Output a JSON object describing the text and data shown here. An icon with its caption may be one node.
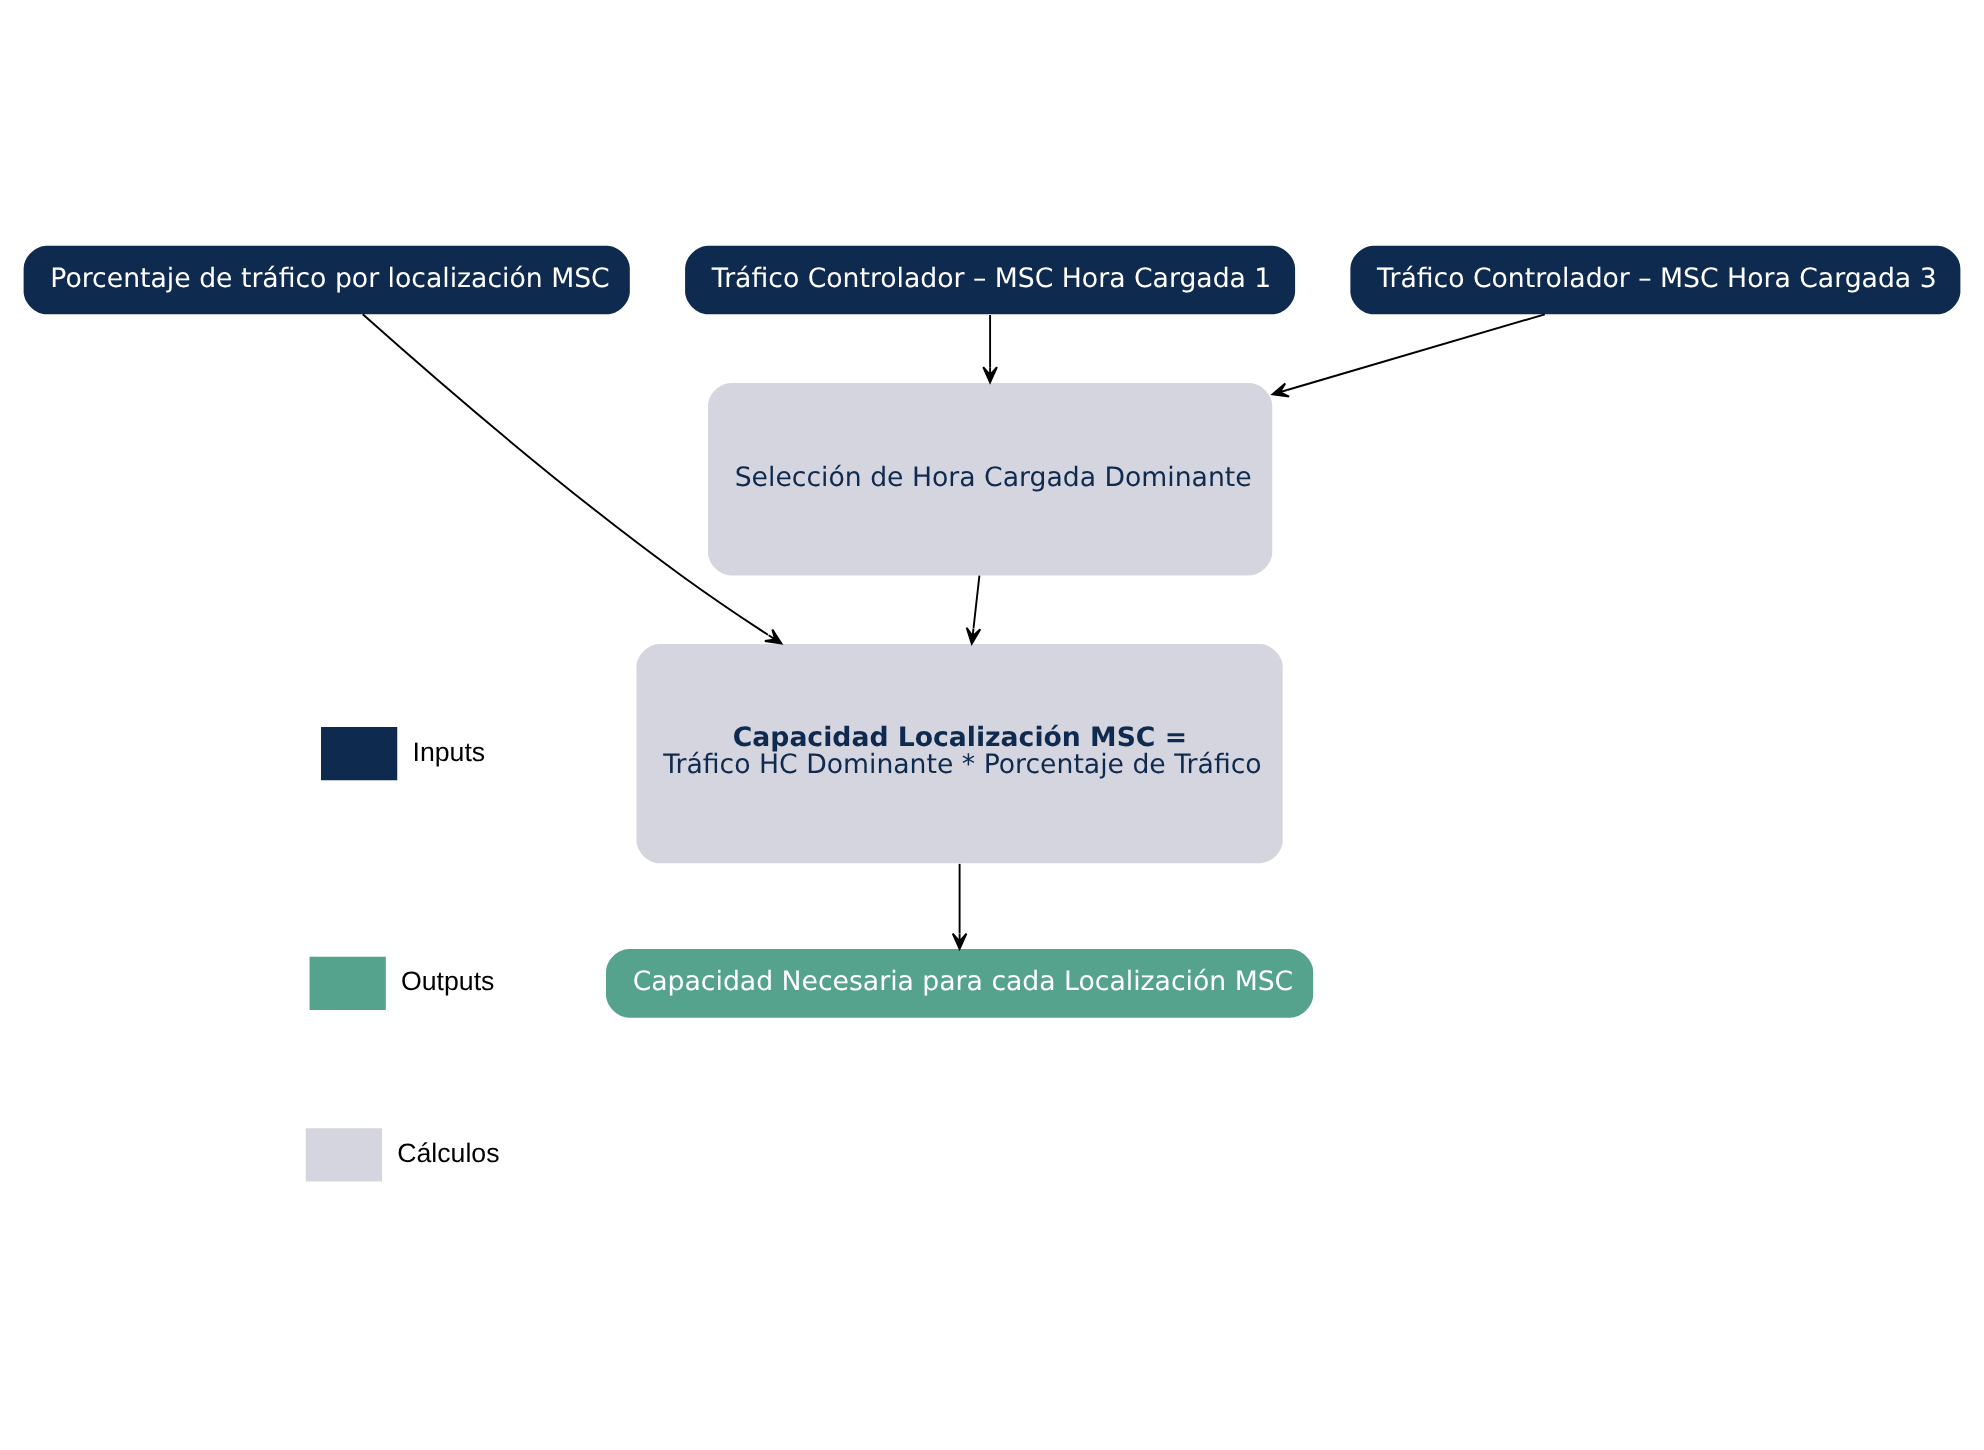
{
  "diagram": {
    "nodes": [
      {
        "text": [
          "Porcentaje de tráfico por localización MSC"
        ]
      },
      {
        "text": [
          "Tráfico Controlador – MSC Hora Cargada 1"
        ]
      },
      {
        "text": [
          "Tráfico Controlador – MSC Hora Cargada 3"
        ]
      },
      {
        "text": [
          "Selección de Hora Cargada Dominante"
        ]
      },
      {
        "text": [
          "Capacidad Localización MSC =",
          "Tráfico HC Dominante * Porcentaje de Tráfico"
        ]
      },
      {
        "text": [
          "Capacidad Necesaria para cada Localización MSC"
        ]
      }
    ],
    "edges": [
      {
        "from": 1,
        "to": 3,
        "arrow": "to"
      },
      {
        "from": 2,
        "to": 3,
        "arrow": "to"
      },
      {
        "from": 3,
        "to": 4,
        "arrow": "to"
      },
      {
        "from": 0,
        "to": 4,
        "arrow": "to"
      },
      {
        "from": 4,
        "to": 5,
        "arrow": "to"
      }
    ],
    "legend": [
      {
        "text": "Inputs",
        "color": "#0f2a4f"
      },
      {
        "text": "Outputs",
        "color": "#55a38d"
      },
      {
        "text": "Cálculos",
        "color": "#d5d5df"
      }
    ]
  }
}
